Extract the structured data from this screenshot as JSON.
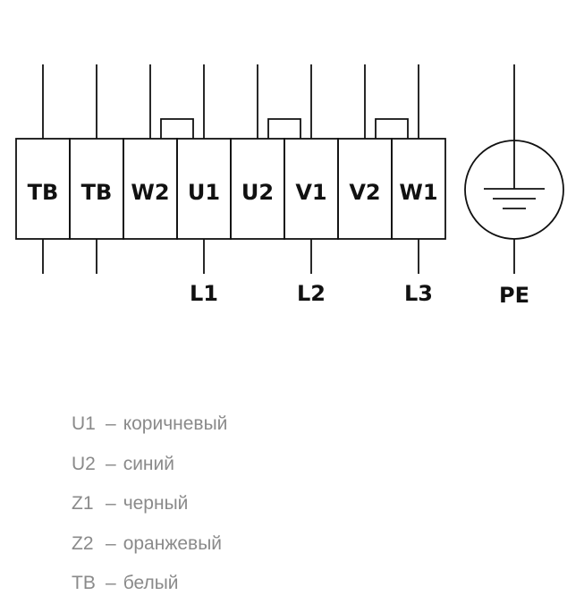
{
  "diagram": {
    "terminals": [
      {
        "label": "TB",
        "wire_top": true,
        "wire_bottom": true,
        "line": ""
      },
      {
        "label": "TB",
        "wire_top": true,
        "wire_bottom": true,
        "line": ""
      },
      {
        "label": "W2",
        "wire_top": true,
        "wire_bottom": false,
        "line": ""
      },
      {
        "label": "U1",
        "wire_top": true,
        "wire_bottom": true,
        "line": "L1"
      },
      {
        "label": "U2",
        "wire_top": true,
        "wire_bottom": false,
        "line": ""
      },
      {
        "label": "V1",
        "wire_top": true,
        "wire_bottom": true,
        "line": "L2"
      },
      {
        "label": "V2",
        "wire_top": true,
        "wire_bottom": false,
        "line": ""
      },
      {
        "label": "W1",
        "wire_top": true,
        "wire_bottom": true,
        "line": "L3"
      }
    ],
    "jumpers": [
      [
        2,
        3
      ],
      [
        4,
        5
      ],
      [
        6,
        7
      ]
    ],
    "ground": {
      "label": "PE",
      "icon": "ground-icon"
    },
    "stroke_color": "#111111"
  },
  "legend": [
    {
      "code": "U1",
      "dash": "–",
      "text": "коричневый"
    },
    {
      "code": "U2",
      "dash": "–",
      "text": "синий"
    },
    {
      "code": "Z1",
      "dash": "–",
      "text": "черный"
    },
    {
      "code": "Z2",
      "dash": "–",
      "text": "оранжевый"
    },
    {
      "code": "TB",
      "dash": "–",
      "text": "белый"
    }
  ],
  "colors": {
    "legend_text": "#8a8a8a",
    "ink": "#111111"
  }
}
